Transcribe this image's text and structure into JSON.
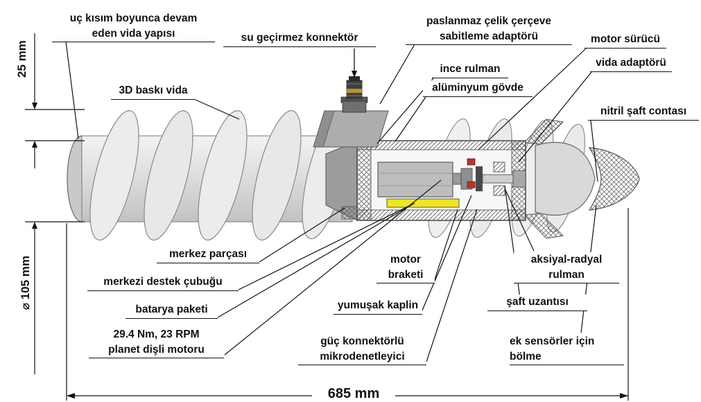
{
  "labels": {
    "tip_screw": "uç kısım boyunca devam\neden vida yapısı",
    "printed_screw": "3D baskı vida",
    "waterproof_connector": "su geçirmez konnektör",
    "frame_adapter": "paslanmaz çelik çerçeve\nsabitleme adaptörü",
    "thin_bearing": "ince rulman",
    "aluminum_body": "alüminyum gövde",
    "motor_driver": "motor sürücü",
    "screw_adapter": "vida adaptörü",
    "nitrile_shaft_seal": "nitril şaft contası",
    "center_piece": "merkez parçası",
    "central_support_rod": "merkezi destek çubuğu",
    "battery_pack": "batarya paketi",
    "planetary_gear_motor": "29.4 Nm, 23 RPM\nplanet dişli motoru",
    "motor_bracket": "motor\nbraketi",
    "soft_coupling": "yumuşak kaplin",
    "microcontroller": "güç konnektörlü\nmikrodenetleyici",
    "axial_radial_bearing": "aksiyal-radyal\nrulman",
    "shaft_extension": "şaft uzantısı",
    "sensor_bay": "ek sensörler için\nbölme"
  },
  "dimensions": {
    "height_25": "25 mm",
    "diameter_105": "⌀ 105 mm",
    "length_685": "685 mm"
  },
  "colors": {
    "battery_yellow": "#f0e61e",
    "copper_band": "#b8912f",
    "connector_red": "#b5372a",
    "metal_light": "#e3e3e3",
    "metal_mid": "#bdbdbd",
    "line": "#111111"
  }
}
